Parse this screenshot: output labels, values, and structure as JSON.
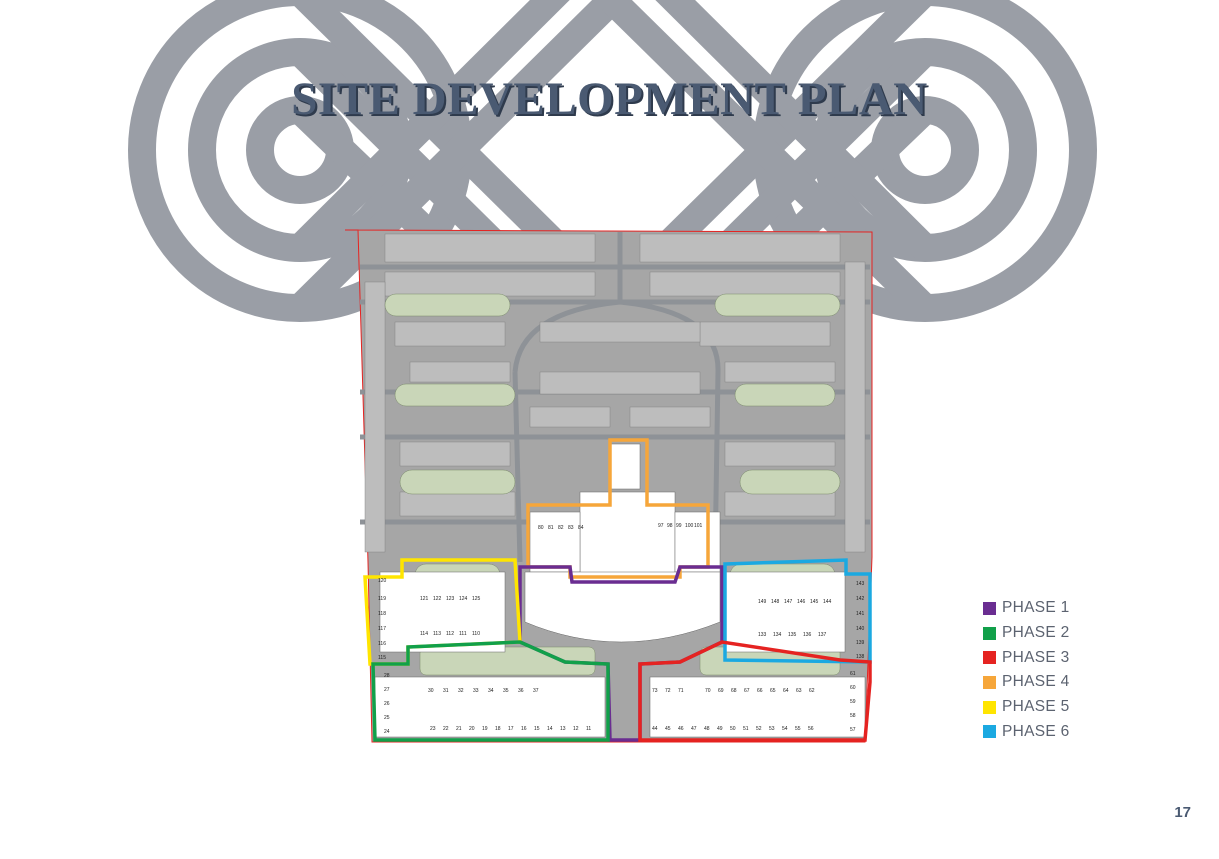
{
  "page": {
    "title": "SITE DEVELOPMENT PLAN",
    "page_number": "17"
  },
  "colors": {
    "logo": "#9a9ea6",
    "title": "#4a5a72",
    "plan_background": "#a6a6a6",
    "green_space": "#c9d6b8"
  },
  "legend": [
    {
      "label": "PHASE 1",
      "color": "#6a2d91"
    },
    {
      "label": "PHASE 2",
      "color": "#11a04a"
    },
    {
      "label": "PHASE 3",
      "color": "#e52321"
    },
    {
      "label": "PHASE 4",
      "color": "#f6a63a"
    },
    {
      "label": "PHASE 5",
      "color": "#ffe500"
    },
    {
      "label": "PHASE 6",
      "color": "#1ba9e1"
    }
  ],
  "lot_rows": {
    "phase2_top": [
      "30",
      "31",
      "32",
      "33",
      "34",
      "35",
      "36",
      "37"
    ],
    "phase2_bottom": [
      "23",
      "22",
      "21",
      "20",
      "19",
      "18",
      "17",
      "16",
      "15",
      "14",
      "13",
      "12",
      "11"
    ],
    "phase2_left": [
      "28",
      "27",
      "26",
      "25",
      "24"
    ],
    "phase3_top": [
      "73",
      "72",
      "71",
      "70",
      "69",
      "68",
      "67",
      "66",
      "65",
      "64",
      "63",
      "62"
    ],
    "phase3_bottom": [
      "44",
      "45",
      "46",
      "47",
      "48",
      "49",
      "50",
      "51",
      "52",
      "53",
      "54",
      "55",
      "56"
    ],
    "phase3_right": [
      "61",
      "60",
      "59",
      "58",
      "57"
    ],
    "phase5_left": [
      "120",
      "119",
      "118",
      "117",
      "116",
      "115"
    ],
    "phase5_top": [
      "121",
      "122",
      "123",
      "124",
      "125"
    ],
    "phase5_bottom": [
      "114",
      "113",
      "112",
      "111",
      "110"
    ],
    "phase6_right": [
      "143",
      "142",
      "141",
      "140",
      "139",
      "138"
    ],
    "phase6_top": [
      "149",
      "148",
      "147",
      "146",
      "145",
      "144"
    ],
    "phase6_bottom": [
      "133",
      "134",
      "135",
      "136",
      "137"
    ],
    "phase4_left": [
      "80",
      "81",
      "82",
      "83",
      "84"
    ],
    "phase4_right": [
      "97",
      "98",
      "99",
      "100",
      "101"
    ]
  }
}
